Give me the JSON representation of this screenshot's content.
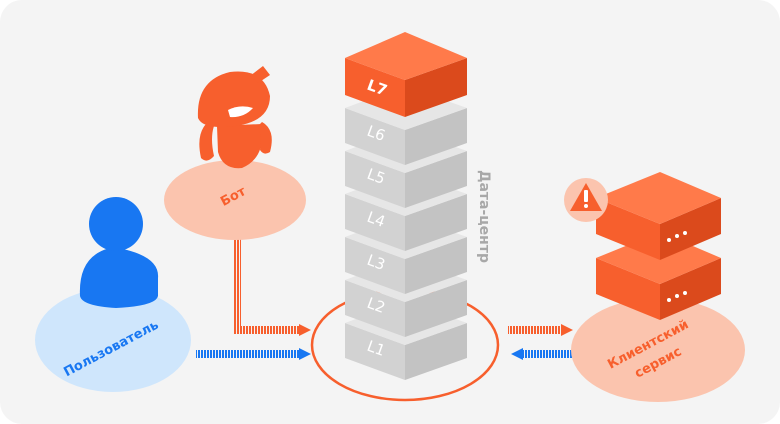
{
  "nodes": {
    "bot": {
      "label": "Бот"
    },
    "user": {
      "label": "Пользователь"
    },
    "datacenter": {
      "label": "Дата-центр"
    },
    "client": {
      "label_line1": "Клиентский",
      "label_line2": "сервис"
    }
  },
  "layers": [
    "L7",
    "L6",
    "L5",
    "L4",
    "L3",
    "L2",
    "L1"
  ],
  "colors": {
    "orange": "#F75F2D",
    "orange_light": "#FBC4AE",
    "blue": "#1877F2",
    "blue_light": "#CFE6FC",
    "gray_block": "#D9D9D9",
    "background": "#F4F4F4"
  }
}
